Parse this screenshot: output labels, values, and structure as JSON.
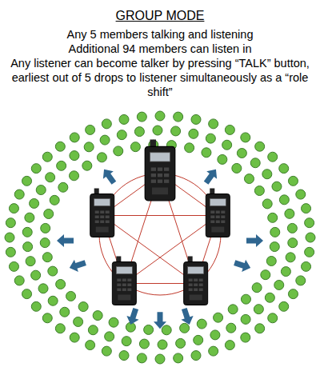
{
  "diagram": {
    "title": "GROUP MODE",
    "labels": [
      "Any 5 members talking and listening",
      "Additional 94 members can listen in",
      "Any listener can become talker by pressing “TALK” button, earliest out of 5 drops to listener simultaneously as a “role shift”"
    ]
  }
}
